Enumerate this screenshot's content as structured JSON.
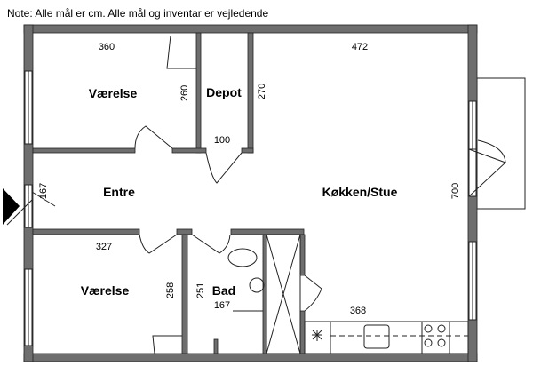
{
  "note": "Note: Alle mål er cm. Alle mål og inventar er vejledende",
  "rooms": {
    "bedroom_top": {
      "label": "Værelse",
      "width": "360",
      "depth": "260"
    },
    "depot": {
      "label": "Depot",
      "width": "100",
      "depth": "270"
    },
    "kitchen_living": {
      "label": "Køkken/Stue",
      "width": "472",
      "depth": "700",
      "counter": "368"
    },
    "entrance": {
      "label": "Entre",
      "depth": "167"
    },
    "bedroom_bottom": {
      "label": "Værelse",
      "width": "327",
      "depth": "258"
    },
    "bathroom": {
      "label": "Bad",
      "width": "167",
      "depth": "251"
    }
  },
  "icons": {
    "entrance": "entrance-arrow-icon"
  }
}
